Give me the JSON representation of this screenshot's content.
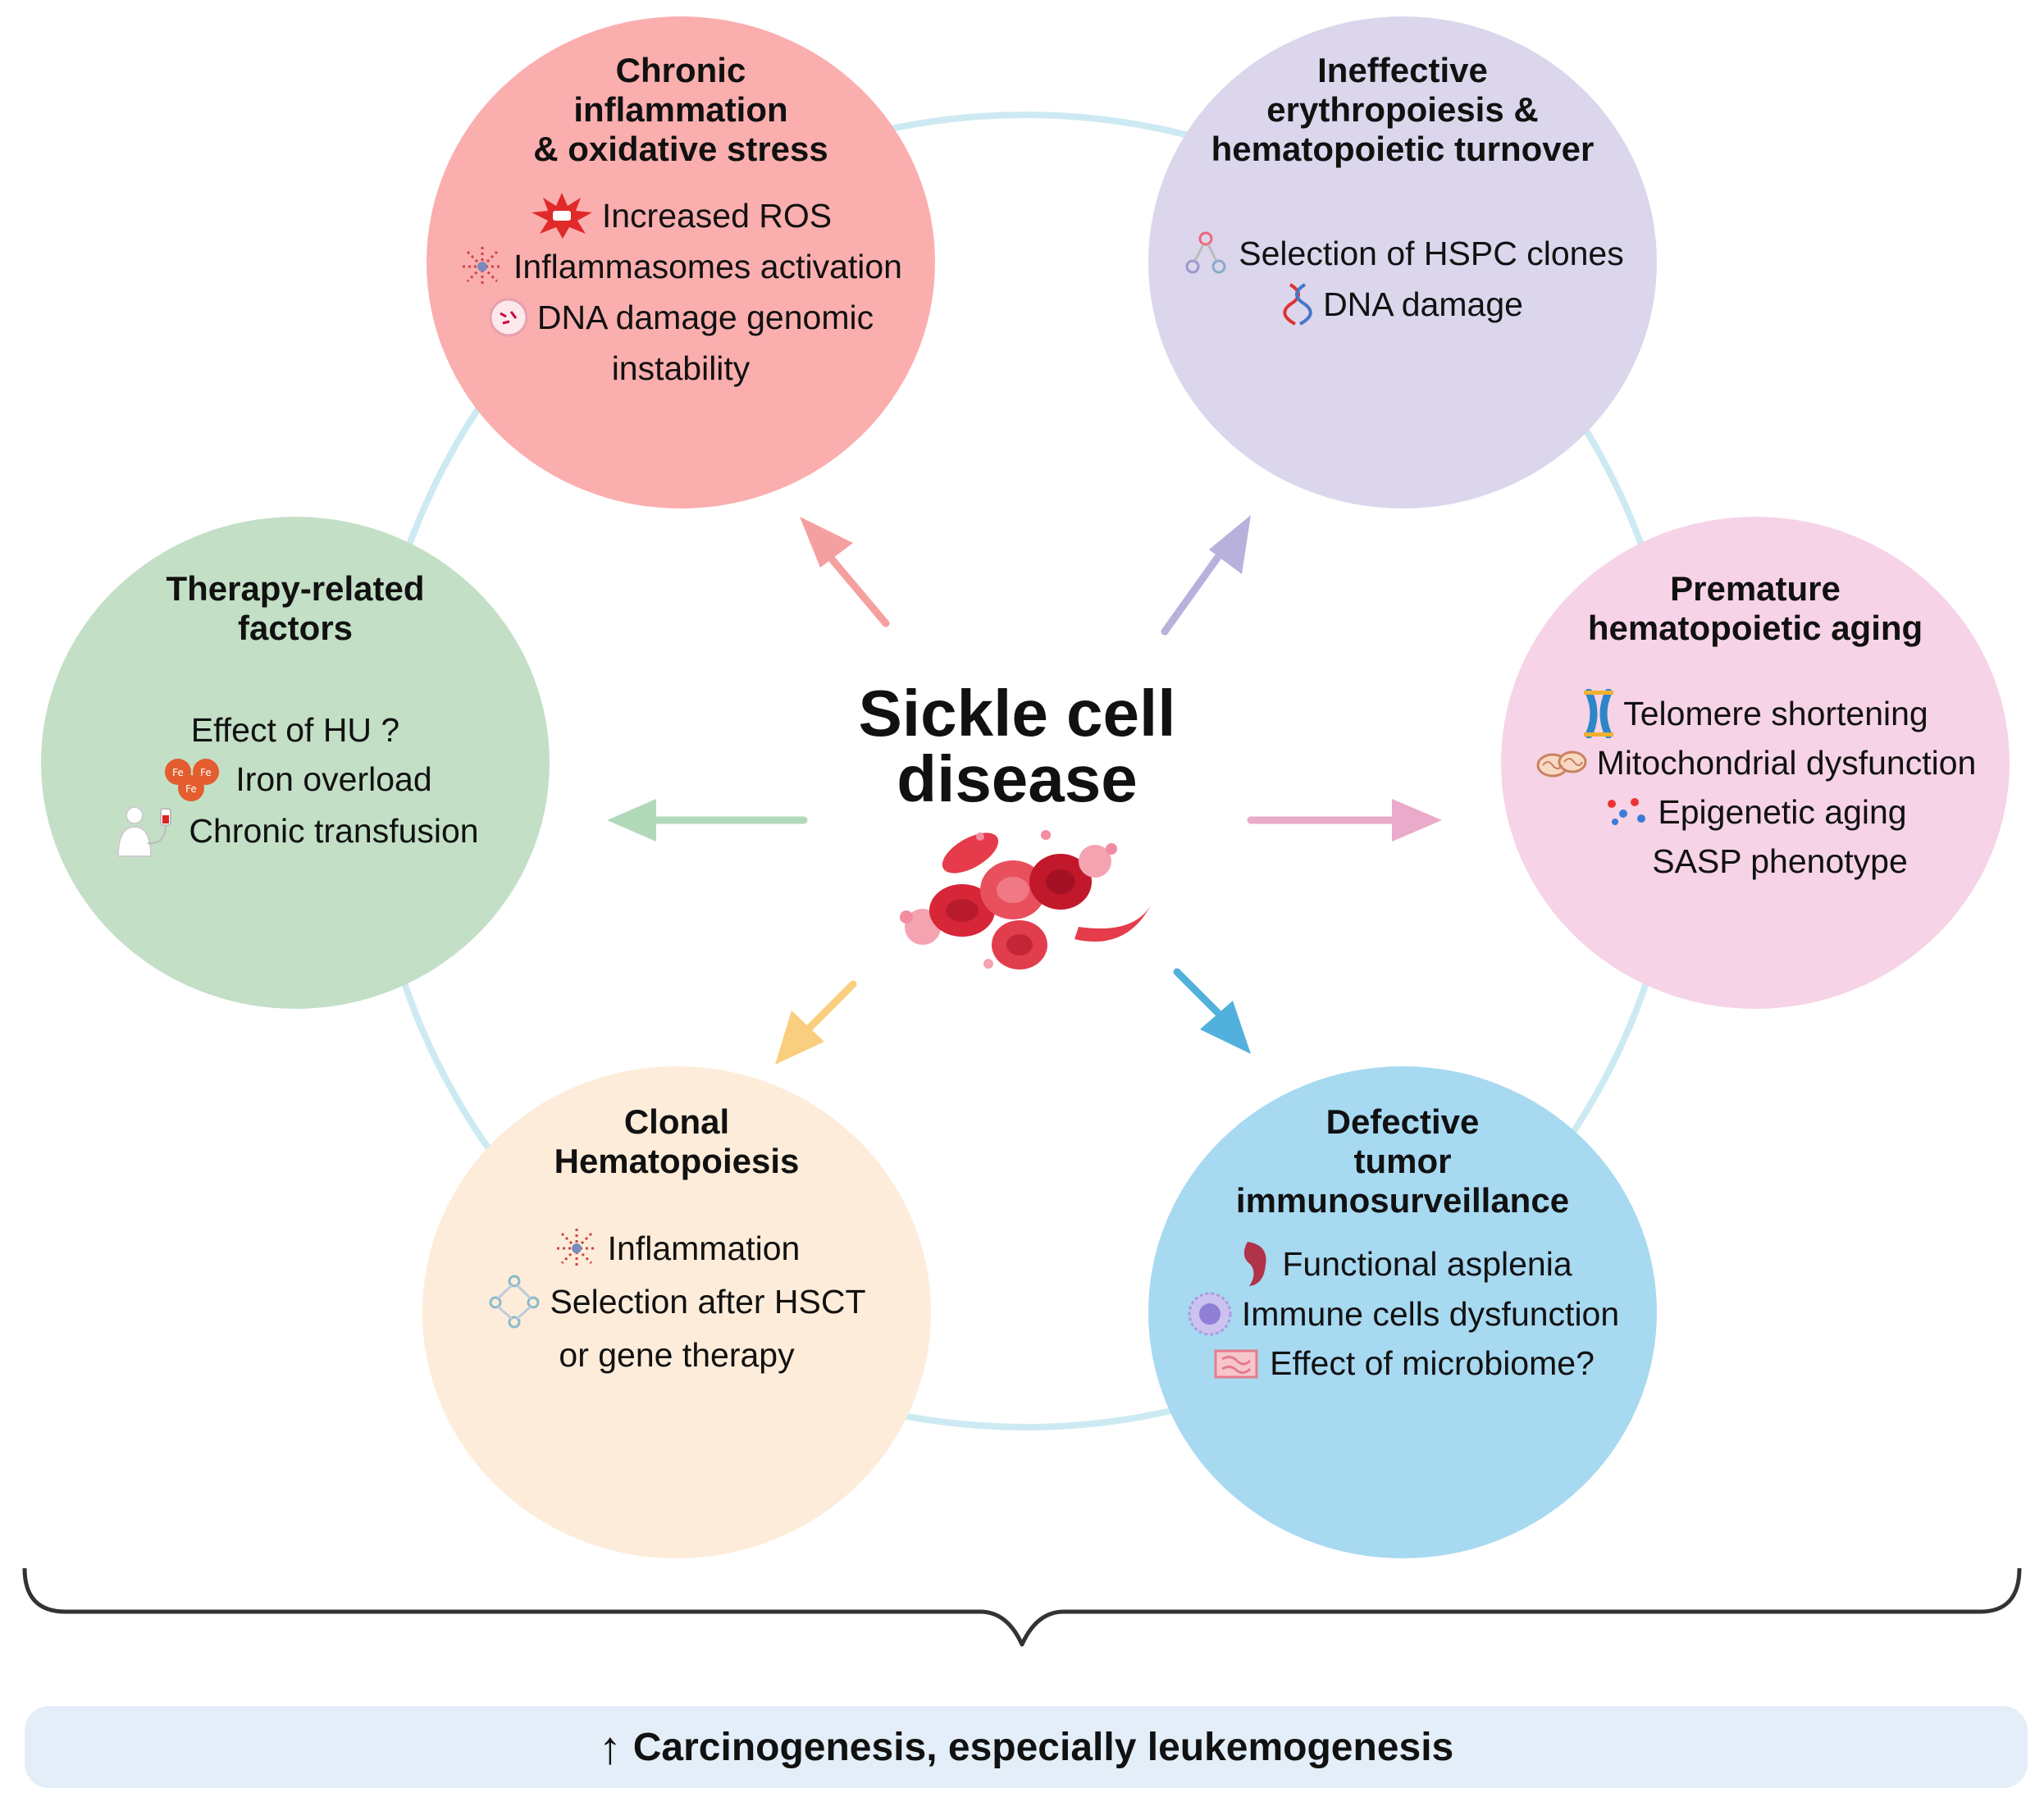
{
  "center": {
    "title": "Sickle cell\ndisease"
  },
  "colors": {
    "ring": "#cdeaf3",
    "inflammation": "#fbaeae",
    "erythropoiesis": "#dcd6ec",
    "aging": "#f6d3e6",
    "immuno": "#a7d9f1",
    "clonal": "#fdecd9",
    "therapy": "#c3dfc6",
    "arrow_inflammation": "#f5a0a0",
    "arrow_erythropoiesis": "#b7b1dc",
    "arrow_aging": "#eaaac9",
    "arrow_immuno": "#52b1dc",
    "arrow_clonal": "#f9cf7f",
    "arrow_therapy": "#b3d9bb",
    "outcome_bg": "#e3eef8"
  },
  "circles": {
    "inflammation": {
      "title": "Chronic\ninflammation\n& oxidative stress",
      "items": [
        {
          "icon": "ros-burst-icon",
          "text": "Increased ROS"
        },
        {
          "icon": "inflammasome-icon",
          "text": "Inflammasomes activation"
        },
        {
          "icon": "dna-damage-cell-icon",
          "text": "DNA damage genomic"
        },
        {
          "icon": "",
          "text": "instability"
        }
      ]
    },
    "erythropoiesis": {
      "title": "Ineffective\nerythropoiesis &\nhematopoietic turnover",
      "items": [
        {
          "icon": "hspc-clones-icon",
          "text": "Selection of HSPC clones"
        },
        {
          "icon": "dna-helix-icon",
          "text": "DNA damage"
        }
      ]
    },
    "aging": {
      "title": "Premature\nhematopoietic aging",
      "items": [
        {
          "icon": "chromosome-icon",
          "text": "Telomere shortening"
        },
        {
          "icon": "mitochondria-icon",
          "text": "Mitochondrial dysfunction"
        },
        {
          "icon": "epigenetic-marks-icon",
          "text": "Epigenetic aging"
        },
        {
          "icon": "",
          "text": "SASP phenotype"
        }
      ]
    },
    "immuno": {
      "title": "Defective\ntumor\nimmunosurveillance",
      "items": [
        {
          "icon": "spleen-icon",
          "text": "Functional asplenia"
        },
        {
          "icon": "immune-cell-icon",
          "text": "Immune cells dysfunction"
        },
        {
          "icon": "intestine-icon",
          "text": "Effect of microbiome?"
        }
      ]
    },
    "clonal": {
      "title": "Clonal\nHematopoiesis",
      "items": [
        {
          "icon": "inflammation-icon",
          "text": "Inflammation"
        },
        {
          "icon": "stem-cell-network-icon",
          "text": "Selection after HSCT"
        },
        {
          "icon": "",
          "text": "or gene therapy"
        }
      ]
    },
    "therapy": {
      "title": "Therapy-related\nfactors",
      "items": [
        {
          "icon": "",
          "text": "Effect of HU ?"
        },
        {
          "icon": "iron-fe-icon",
          "text": "Iron overload"
        },
        {
          "icon": "transfusion-icon",
          "text": "Chronic transfusion"
        }
      ]
    }
  },
  "outcome": {
    "text": "Carcinogenesis, especially leukemogenesis",
    "arrow_glyph": "↑"
  }
}
